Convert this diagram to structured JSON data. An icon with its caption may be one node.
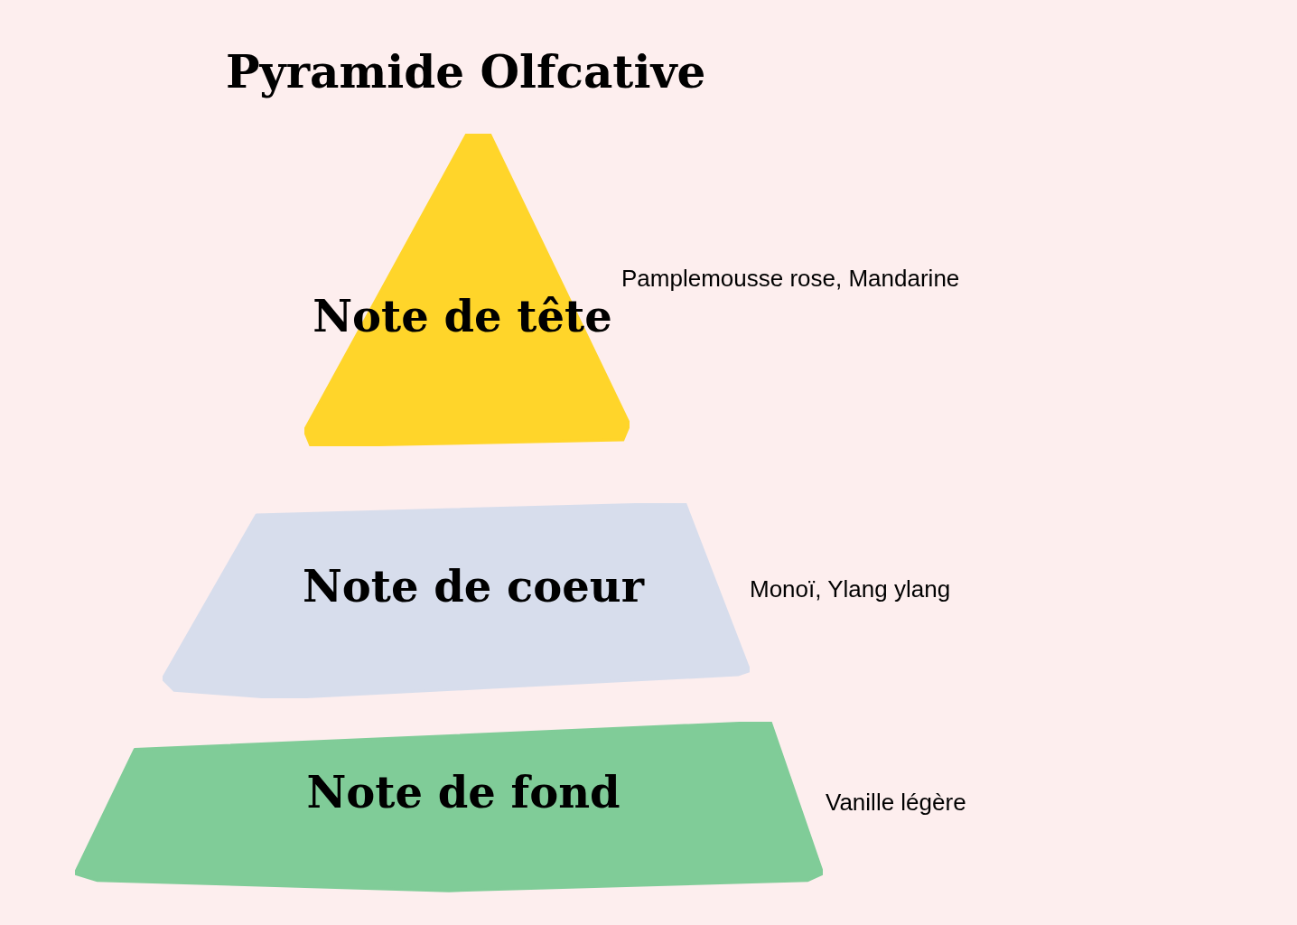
{
  "diagram": {
    "title": "Pyramide Olfcative",
    "nodes": [
      {
        "text": [
          "Note de tête"
        ],
        "beside": [
          "Pamplemousse rose, Mandarine"
        ]
      },
      {
        "text": [
          "Note de coeur"
        ],
        "beside": [
          "Monoï, Ylang ylang"
        ]
      },
      {
        "text": [
          "Note de fond"
        ],
        "beside": [
          "Vanille légère"
        ]
      }
    ],
    "edges": []
  }
}
